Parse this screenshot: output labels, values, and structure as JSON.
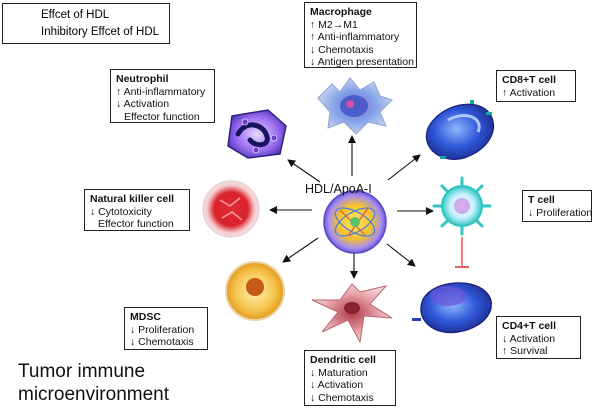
{
  "legend": {
    "effect_label": "Effcet of HDL",
    "inhibitory_label": "Inhibitory Effcet of HDL",
    "effect_color": "#2d3f9a",
    "inhibitory_color": "#e03a3a"
  },
  "center": {
    "label": "HDL/ApoA-I"
  },
  "context_label": [
    "Tumor immune",
    "microenvironment"
  ],
  "boxes": {
    "macrophage": {
      "title": "Macrophage",
      "lines": [
        "↑ M2→M1",
        "↑ Anti-inflammatory",
        "↓ Chemotaxis",
        "↓ Antigen presentation"
      ]
    },
    "neutrophil": {
      "title": "Neutrophil",
      "lines": [
        "↑ Anti-inflammatory",
        "↓ Activation",
        "Effector function"
      ]
    },
    "cd8": {
      "title": "CD8+T cell",
      "lines": [
        "↑ Activation"
      ]
    },
    "nk": {
      "title": "Natural killer cell",
      "lines": [
        "↓ Cytotoxicity",
        "Effector function"
      ]
    },
    "tcell": {
      "title": "T cell",
      "lines": [
        "↓ Proliferation"
      ]
    },
    "mdsc": {
      "title": "MDSC",
      "lines": [
        "↓ Proliferation",
        "↓ Chemotaxis"
      ]
    },
    "cd4": {
      "title": "CD4+T cell",
      "lines": [
        "↓ Activation",
        "↑ Survival"
      ]
    },
    "dendritic": {
      "title": "Dendritic cell",
      "lines": [
        "↓ Maturation",
        "↓ Activation",
        "↓ Chemotaxis"
      ]
    }
  },
  "icons": {
    "macrophage": "macrophage-cell-icon",
    "neutrophil": "neutrophil-cell-icon",
    "cd8": "cd8-t-cell-icon",
    "nk": "natural-killer-cell-icon",
    "tcell": "t-cell-icon",
    "mdsc": "mdsc-cell-icon",
    "cd4": "cd4-t-cell-icon",
    "dendritic": "dendritic-cell-icon",
    "center": "hdl-apoa-i-particle-icon"
  }
}
